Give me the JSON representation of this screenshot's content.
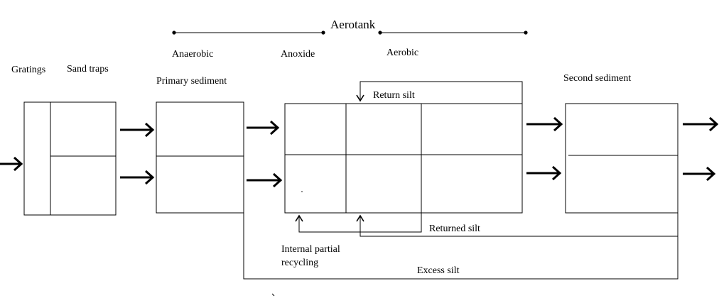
{
  "labels": {
    "aerotank": "Aerotank",
    "anaerobic": "Anaerobic",
    "anoxide": "Anoxide",
    "aerobic": "Aerobic",
    "gratings": "Gratings",
    "sand_traps": "Sand traps",
    "primary_sediment": "Primary sediment",
    "second_sediment": "Second sediment",
    "return_silt": "Return silt",
    "returned_silt": "Returned silt",
    "internal_recycling_line1": "Internal partial",
    "internal_recycling_line2": "recycling",
    "excess_silt": "Excess silt"
  }
}
